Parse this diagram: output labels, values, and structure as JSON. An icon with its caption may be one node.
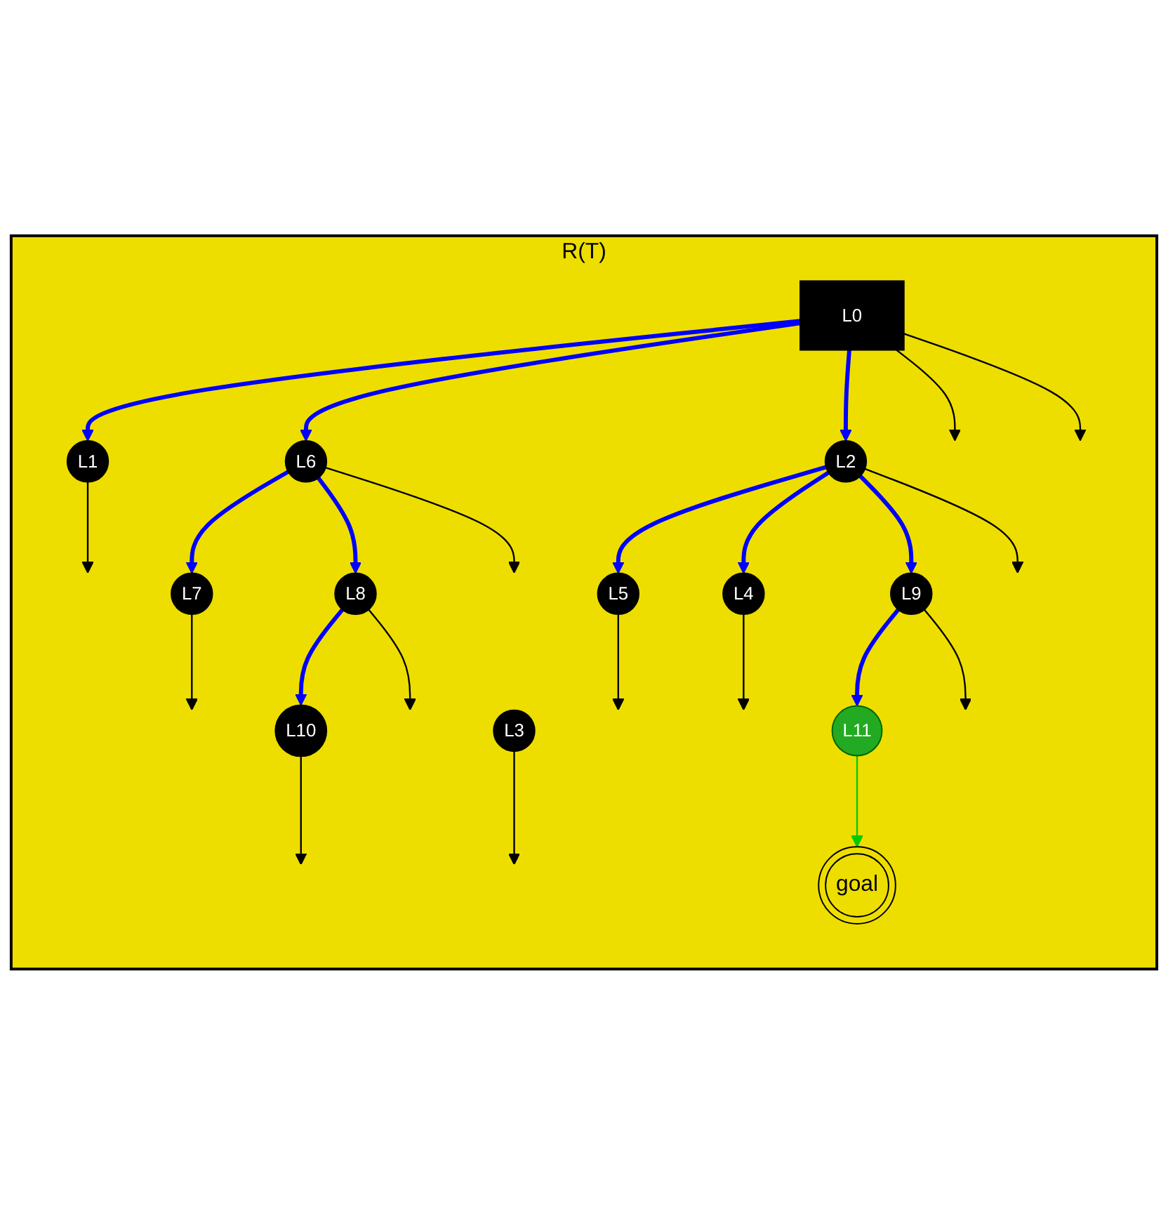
{
  "diagram": {
    "nodes": [
      {
        "text": [
          "R(T)"
        ]
      },
      {
        "text": [
          "L0"
        ],
        "in": 0
      },
      {
        "text": [
          "L1"
        ],
        "in": 0
      },
      {
        "text": [
          "L2"
        ],
        "in": 0
      },
      {
        "text": [
          "L3"
        ],
        "in": 0
      },
      {
        "text": [
          "L4"
        ],
        "in": 0
      },
      {
        "text": [
          "L5"
        ],
        "in": 0
      },
      {
        "text": [
          "L6"
        ],
        "in": 0
      },
      {
        "text": [
          "L7"
        ],
        "in": 0
      },
      {
        "text": [
          "L8"
        ],
        "in": 0
      },
      {
        "text": [
          "L9"
        ],
        "in": 0
      },
      {
        "text": [
          "L10"
        ],
        "in": 0
      },
      {
        "text": [
          "L11"
        ],
        "in": 0
      },
      {
        "text": [
          "goal"
        ],
        "in": 0
      }
    ],
    "edges": [
      {
        "from": 1,
        "to": 2,
        "arrow": "to",
        "style": "thick",
        "color": "#0000ff"
      },
      {
        "from": 1,
        "to": 7,
        "arrow": "to",
        "style": "thick",
        "color": "#0000ff"
      },
      {
        "from": 1,
        "to": 3,
        "arrow": "to",
        "style": "thick",
        "color": "#0000ff"
      },
      {
        "from": 3,
        "to": 6,
        "arrow": "to",
        "style": "thick",
        "color": "#0000ff"
      },
      {
        "from": 3,
        "to": 5,
        "arrow": "to",
        "style": "thick",
        "color": "#0000ff"
      },
      {
        "from": 3,
        "to": 10,
        "arrow": "to",
        "style": "thick",
        "color": "#0000ff"
      },
      {
        "from": 10,
        "to": 12,
        "arrow": "to",
        "style": "thick",
        "color": "#0000ff"
      },
      {
        "from": 7,
        "to": 8,
        "arrow": "to",
        "style": "thick",
        "color": "#0000ff"
      },
      {
        "from": 7,
        "to": 9,
        "arrow": "to",
        "style": "thick",
        "color": "#0000ff"
      },
      {
        "from": 9,
        "to": 11,
        "arrow": "to",
        "style": "thick",
        "color": "#0000ff"
      },
      {
        "from": 12,
        "to": 13,
        "arrow": "to",
        "color": "#00cc00"
      },
      {
        "from": 2,
        "to": null,
        "arrow": "to"
      },
      {
        "from": 1,
        "to": null,
        "arrow": "to"
      },
      {
        "from": 1,
        "to": null,
        "arrow": "to"
      },
      {
        "from": 6,
        "to": null,
        "arrow": "to"
      },
      {
        "from": 3,
        "to": null,
        "arrow": "to"
      },
      {
        "from": 4,
        "to": null,
        "arrow": "to"
      },
      {
        "from": 5,
        "to": null,
        "arrow": "to"
      },
      {
        "from": 10,
        "to": null,
        "arrow": "to"
      },
      {
        "from": 8,
        "to": null,
        "arrow": "to"
      },
      {
        "from": 11,
        "to": null,
        "arrow": "to"
      },
      {
        "from": 9,
        "to": null,
        "arrow": "to"
      },
      {
        "from": 7,
        "to": null,
        "arrow": "to"
      }
    ]
  }
}
